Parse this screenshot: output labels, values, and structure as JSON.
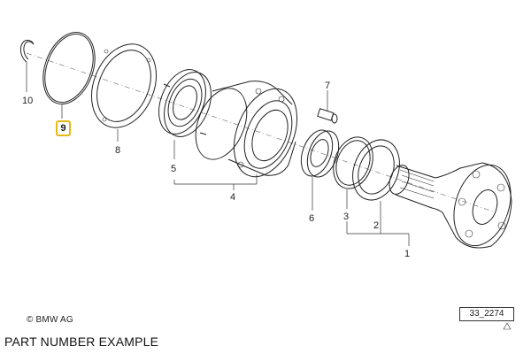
{
  "diagram": {
    "callouts": {
      "c1": "1",
      "c2": "2",
      "c3": "3",
      "c4": "4",
      "c5": "5",
      "c6": "6",
      "c7": "7",
      "c8": "8",
      "c9": "9",
      "c10": "10"
    },
    "highlighted_callout": "9",
    "highlight_color": "#e5b81a"
  },
  "footer": {
    "copyright": "© BMW AG",
    "reference": "33_2274",
    "caption": "PART NUMBER EXAMPLE"
  }
}
